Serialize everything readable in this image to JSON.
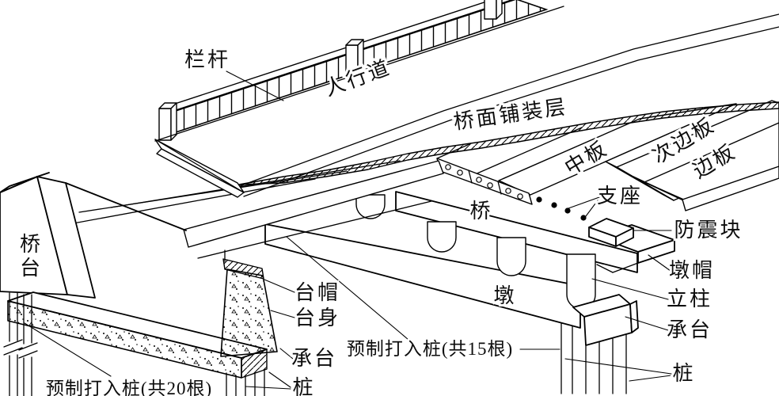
{
  "diagram": {
    "kind": "bridge-structure-line-drawing",
    "language": "zh-CN",
    "description": "Axonometric cutaway line drawing of a beam bridge showing superstructure and substructure components"
  },
  "colors": {
    "line": "#000000",
    "background": "#ffffff",
    "text": "#0d0d0d"
  },
  "labels": {
    "railing": "栏杆",
    "sidewalk": "人行道",
    "deck_pavement": "桥面铺装层",
    "middle_slab": "中板",
    "sub_edge_slab": "次边板",
    "edge_slab": "边板",
    "bearing": "支座",
    "anti_seismic_block": "防震块",
    "pier_cap": "墩帽",
    "column": "立柱",
    "pier_pile_cap": "承台",
    "pier_pile": "桩",
    "pier_label_upper": "桥",
    "pier_label_lower": "墩",
    "pier_piles_note": "预制打入桩(共15根)",
    "abutment": "桥台",
    "abutment_cap": "台帽",
    "abutment_body": "台身",
    "abutment_pile_cap": "承台",
    "abutment_pile": "桩",
    "abutment_piles_note": "预制打入桩(共20根)"
  }
}
